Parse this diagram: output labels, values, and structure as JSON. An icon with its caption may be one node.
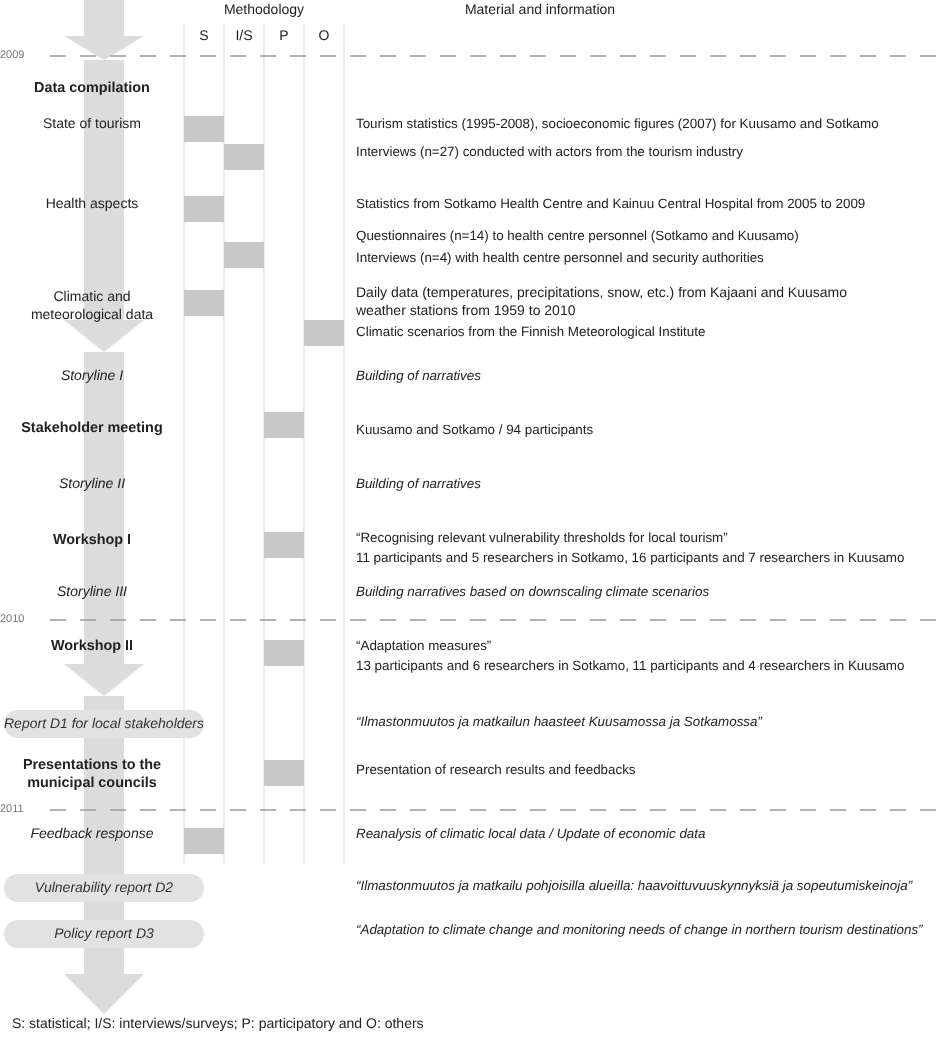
{
  "diagram": {
    "nodes": [
      {
        "text": [],
        "shape": "bar"
      },
      {
        "text": [],
        "shape": "bar"
      },
      {
        "text": [],
        "shape": "bar"
      },
      {
        "text": [],
        "shape": "bar"
      },
      {
        "text": [],
        "shape": "bar"
      },
      {
        "text": [],
        "shape": "bar"
      },
      {
        "text": [],
        "shape": "bar"
      },
      {
        "text": [],
        "shape": "bar"
      },
      {
        "text": [],
        "shape": "bar"
      },
      {
        "text": [
          "Report D1 for local stakeholders"
        ]
      },
      {
        "text": [],
        "shape": "bar"
      },
      {
        "text": [],
        "shape": "bar"
      },
      {
        "text": [
          "Vulnerability report D2"
        ]
      },
      {
        "text": [
          "Policy report D3"
        ]
      }
    ],
    "edges": [],
    "labels": [
      "Methodology",
      "S",
      "I/S",
      "P",
      "O",
      "Material and information",
      "2009",
      "Data compilation",
      "State of tourism",
      "Tourism statistics (1995-2008), socioeconomic figures (2007) for Kuusamo and Sotkamo",
      "Interviews (n=27) conducted with actors from the tourism industry",
      "Health aspects",
      "Statistics from Sotkamo Health Centre and Kainuu Central Hospital from 2005 to 2009",
      "Questionnaires (n=14) to health centre personnel (Sotkamo and Kuusamo)",
      "Interviews (n=4) with health centre personnel and security authorities",
      "Climatic and meteorological data",
      "Daily data (temperatures, precipitations, snow, etc.) from Kajaani and Kuusamo weather stations from 1959 to 2010",
      "Climatic scenarios from the Finnish Meteorological Institute",
      "Storyline I",
      "Building of narratives",
      "Stakeholder meeting",
      "Kuusamo and Sotkamo / 94 participants",
      "Storyline II",
      "Building of narratives",
      "Workshop I",
      "“Recognising relevant vulnerability thresholds for local tourism”",
      "11 participants and 5 researchers in Sotkamo, 16 participants and 7 researchers in Kuusamo",
      "Storyline III",
      "Building narratives based on downscaling climate scenarios",
      "2010",
      "Workshop II",
      "“Adaptation measures”",
      "13 participants and 6 researchers in Sotkamo, 11 participants and 4 researchers in Kuusamo",
      "“Ilmastonmuutos ja matkailun haasteet Kuusamossa ja Sotkamossa”",
      "Presentations to the municipal councils",
      "Presentation of research results and feedbacks",
      "2011",
      "Feedback response",
      "Reanalysis of climatic local data / Update of economic data",
      "“Ilmastonmuutos ja matkailu pohjoisilla alueilla: haavoittuvuuskynnyksiä ja sopeutumiskeinoja”",
      "“Adaptation to climate change and monitoring needs of change in northern tourism destinations”",
      "S: statistical; I/S: interviews/surveys; P: participatory and O: others"
    ]
  }
}
